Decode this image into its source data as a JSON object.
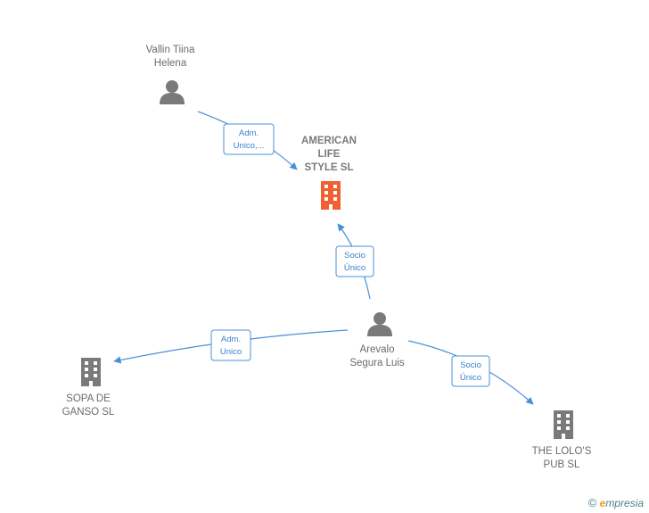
{
  "nodes": {
    "center": {
      "lines": [
        "AMERICAN",
        "LIFE",
        "STYLE  SL"
      ],
      "icon": "building-icon",
      "color": "#f06030"
    },
    "vallin": {
      "lines": [
        "Vallin Tiina",
        "Helena"
      ],
      "icon": "person-icon",
      "color": "#7a7a7a"
    },
    "arevalo": {
      "lines": [
        "Arevalo",
        "Segura Luis"
      ],
      "icon": "person-icon",
      "color": "#7a7a7a"
    },
    "sopa": {
      "lines": [
        "SOPA DE",
        "GANSO SL"
      ],
      "icon": "building-icon",
      "color": "#7a7a7a"
    },
    "lolos": {
      "lines": [
        "THE LOLO'S",
        "PUB SL"
      ],
      "icon": "building-icon",
      "color": "#7a7a7a"
    }
  },
  "edges": {
    "vallin_center": [
      "Adm.",
      "Unico,..."
    ],
    "arevalo_center": [
      "Socio",
      "Único"
    ],
    "arevalo_sopa": [
      "Adm.",
      "Unico"
    ],
    "arevalo_lolos": [
      "Socio",
      "Único"
    ]
  },
  "footer": {
    "copyright": "©",
    "brand_initial": "e",
    "brand_rest": "mpresia"
  },
  "colors": {
    "edge": "#4a90d9",
    "accent": "#f06030",
    "node": "#7a7a7a"
  }
}
